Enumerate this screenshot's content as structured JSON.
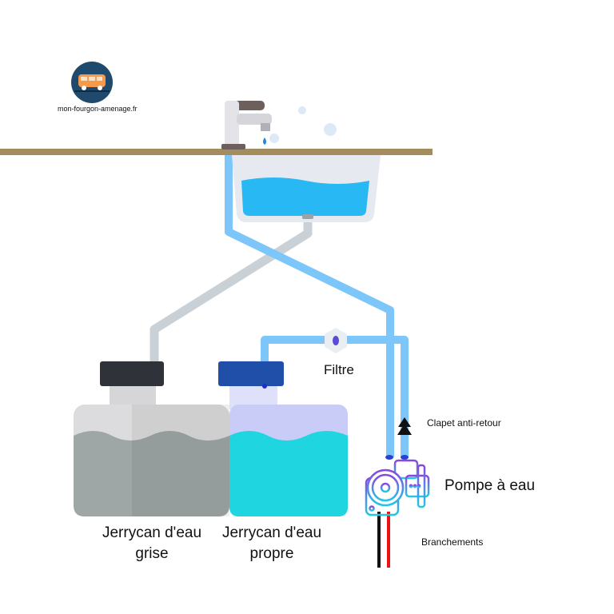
{
  "logo": {
    "site": "mon-fourgon-amenage.fr"
  },
  "labels": {
    "filter": "Filtre",
    "check_valve": "Clapet anti-retour",
    "pump": "Pompe à eau",
    "wiring": "Branchements",
    "grey_can_line1": "Jerrycan d'eau",
    "grey_can_line2": "grise",
    "clean_can_line1": "Jerrycan d'eau",
    "clean_can_line2": "propre"
  },
  "colors": {
    "clean_pipe": "#7cc6f9",
    "grey_pipe": "#c9d1d7",
    "counter": "#a38c5e",
    "clean_water": "#1fd6e0",
    "grey_water": "#9ea6a6"
  }
}
